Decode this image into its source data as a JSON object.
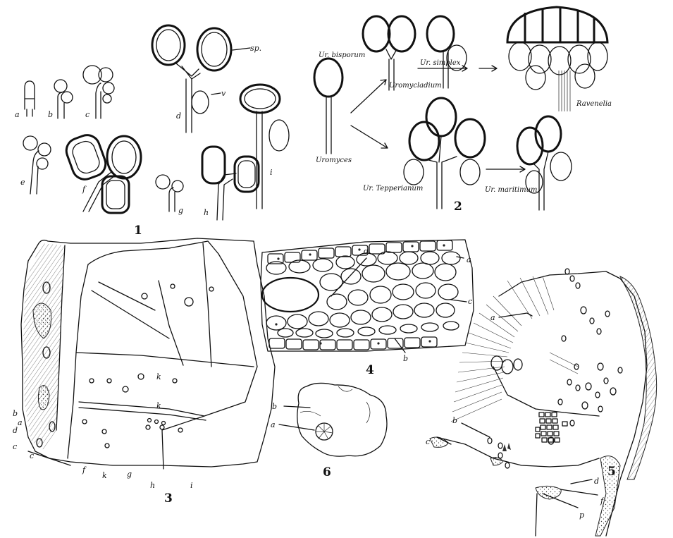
{
  "figures": [
    {
      "number": "1",
      "labels": [
        "a",
        "b",
        "c",
        "d",
        "e",
        "f",
        "g",
        "h",
        "i",
        "sp.",
        "v"
      ]
    },
    {
      "number": "2",
      "labels": [
        "Ur. bisporum",
        "Ur. simplex",
        "Uromycladium",
        "Ravenelia",
        "Uromyces",
        "Ur. Tepperianum",
        "Ur. maritimum"
      ]
    },
    {
      "number": "3",
      "labels": [
        "a",
        "b",
        "c",
        "c",
        "d",
        "f",
        "g",
        "h",
        "i",
        "k",
        "k",
        "k"
      ]
    },
    {
      "number": "4",
      "labels": [
        "a",
        "b",
        "c",
        "d"
      ]
    },
    {
      "number": "5",
      "labels": [
        "a",
        "b",
        "c",
        "d",
        "f",
        "p"
      ]
    },
    {
      "number": "6",
      "labels": [
        "a",
        "b"
      ]
    }
  ],
  "colors": {
    "ink": "#111111",
    "paper": "#ffffff"
  }
}
